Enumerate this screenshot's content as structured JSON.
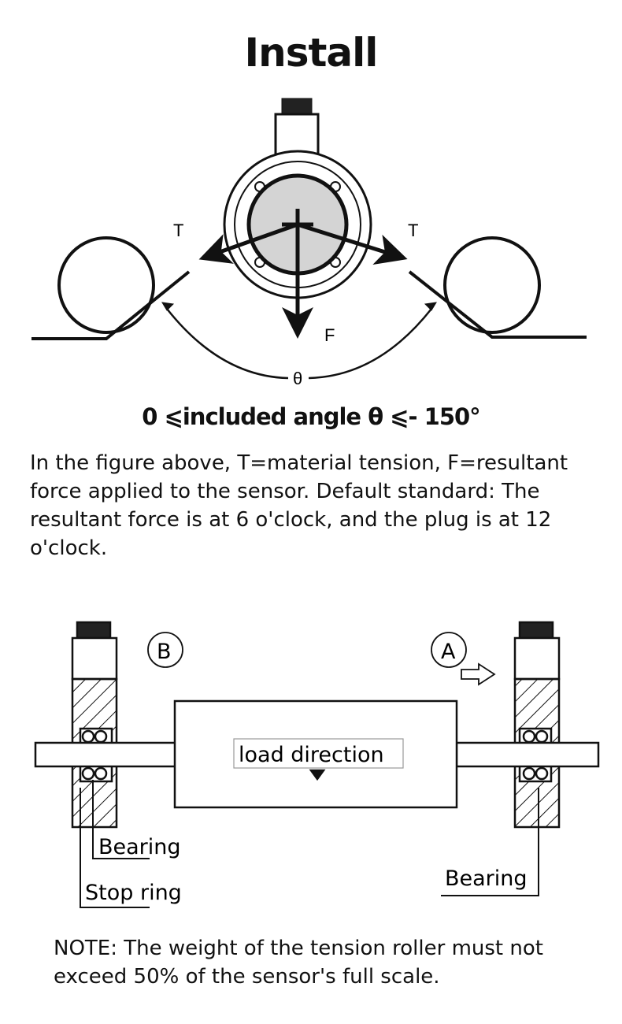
{
  "title": "Install",
  "top_diagram": {
    "tension_left": "T",
    "tension_right": "T",
    "force": "F",
    "angle": "θ"
  },
  "formula": "0 ⩽included angle θ ⩽- 150°",
  "description": "In the figure above, T=material tension, F=resultant force applied to the sensor. Default standard: The resultant force is at 6 o'clock, and the plug is at 12 o'clock.",
  "bottom_diagram": {
    "marker_b": "B",
    "marker_a": "A",
    "load_direction": "load direction",
    "bearing_left": "Bearing",
    "stop_ring": "Stop ring",
    "bearing_right": "Bearing"
  },
  "note": "NOTE: The weight of the tension roller must not exceed 50% of the sensor's full scale."
}
